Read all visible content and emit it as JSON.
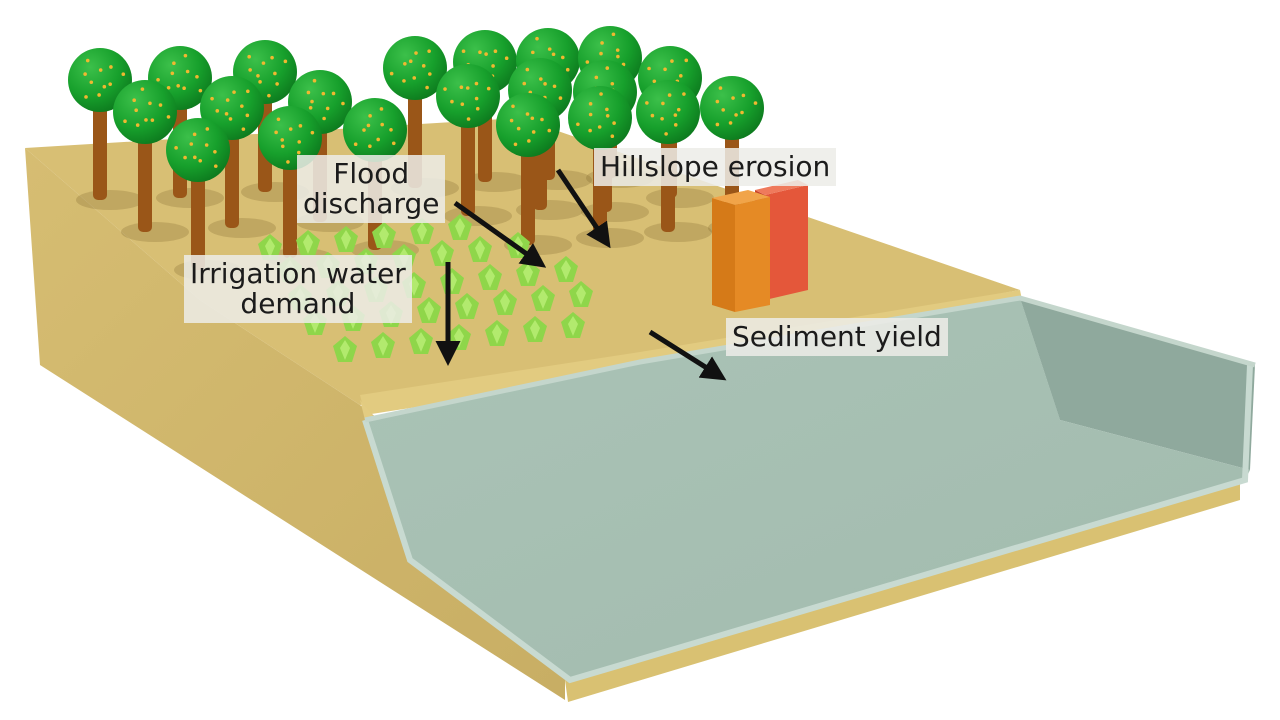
{
  "labels": {
    "flood_discharge": [
      "Flood",
      "discharge"
    ],
    "irrigation_water_demand": [
      "Irrigation water",
      "demand"
    ],
    "hillslope_erosion": "Hillslope erosion",
    "sediment_yield": "Sediment yield"
  },
  "colors": {
    "soil_top": "#d8bf74",
    "soil_side": "#cbb269",
    "soil_edge": "#e3cc82",
    "water": "#a9c2b4",
    "water_dark": "#97b0a4",
    "water_rim": "#c8dad1",
    "tree_crown": "#1a9c2c",
    "tree_trunk": "#9a5618",
    "crop": "#8fd64a",
    "sediment_orange": "#e58a25",
    "sediment_red": "#e4573a",
    "arrow": "#111111"
  },
  "icons": [
    "tree-icon",
    "crop-icon",
    "arrow-icon",
    "sediment-bar-icon"
  ]
}
